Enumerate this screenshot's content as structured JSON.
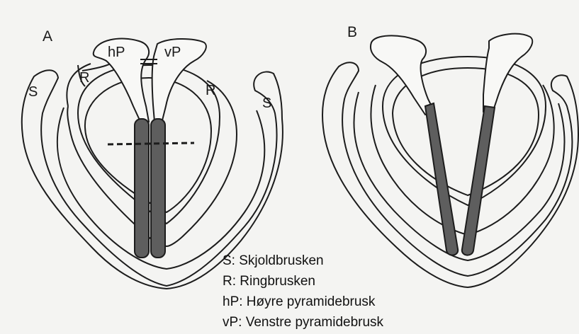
{
  "panel_a": {
    "letter": "A",
    "labels": {
      "s_left": "S",
      "s_right": "S",
      "r_left": "R",
      "r_right": "R",
      "hp": "hP",
      "vp": "vP"
    }
  },
  "panel_b": {
    "letter": "B"
  },
  "legend": [
    "S: Skjoldbrusken",
    "R: Ringbrusken",
    "hP: Høyre pyramidebrusk",
    "vP: Venstre pyramidebrusk"
  ],
  "colors": {
    "line": "#1c1c1c",
    "vocal_fold": "#5e5e5e",
    "background": "#f4f4f2"
  }
}
